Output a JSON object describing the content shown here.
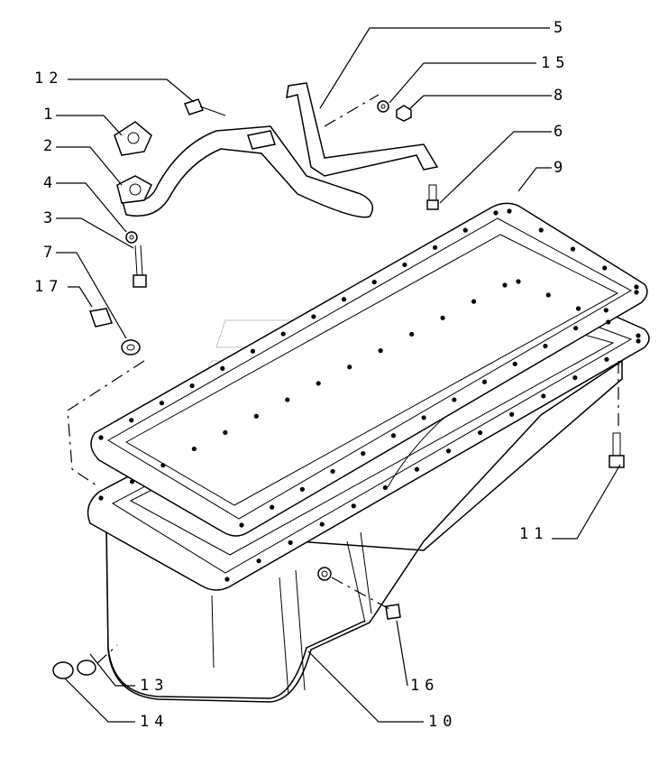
{
  "diagram": {
    "type": "exploded parts diagram",
    "labels": {
      "p12": "12",
      "p1": "1",
      "p2": "2",
      "p4": "4",
      "p3": "3",
      "p7": "7",
      "p17": "17",
      "p5": "5",
      "p15": "15",
      "p8": "8",
      "p6": "6",
      "p9": "9",
      "p11": "11",
      "p13": "13",
      "p14": "14",
      "p16": "16",
      "p10": "10"
    }
  }
}
